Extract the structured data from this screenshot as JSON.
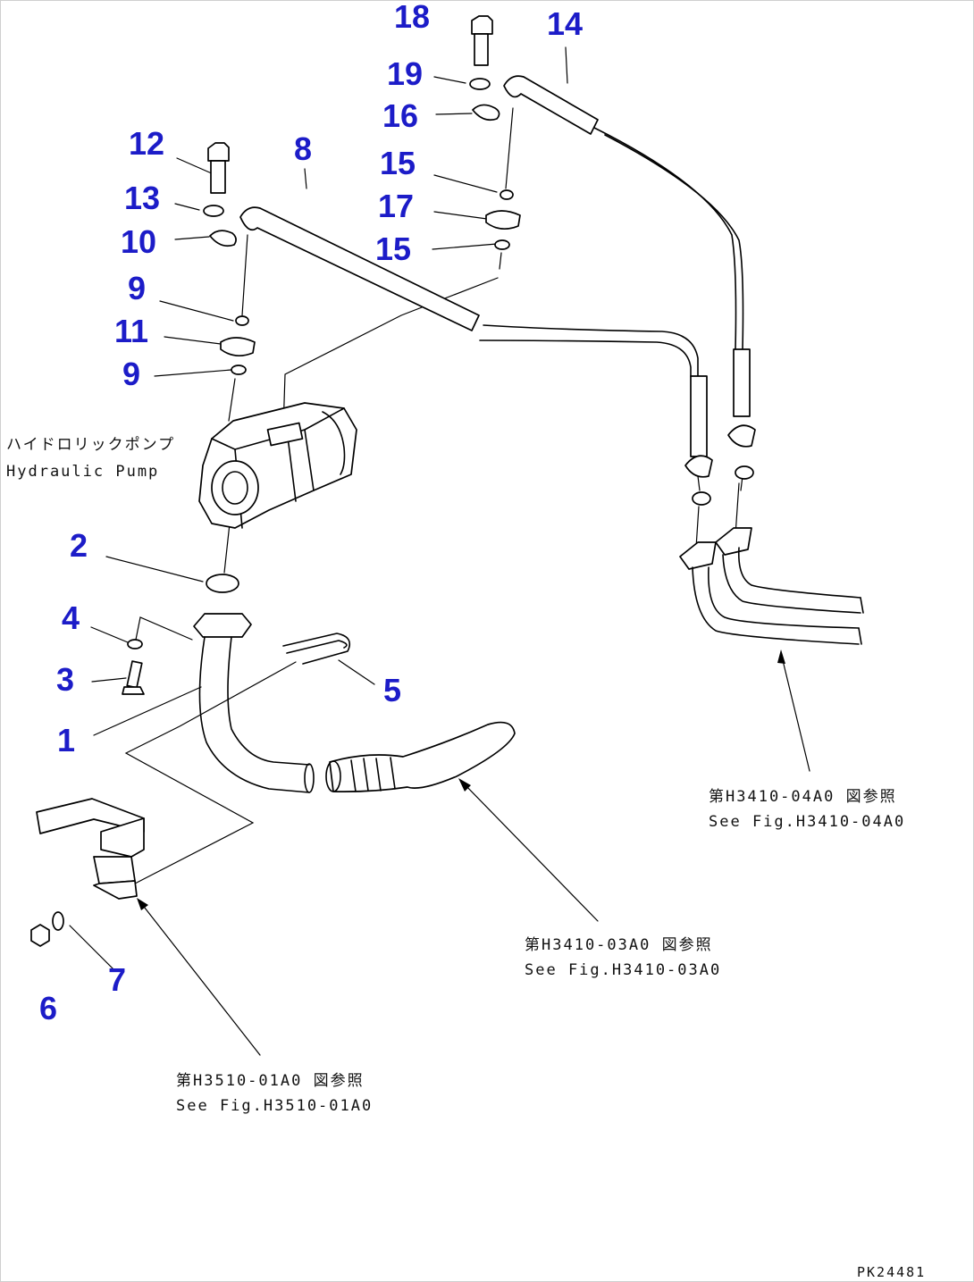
{
  "callouts": [
    "18",
    "14",
    "19",
    "16",
    "12",
    "8",
    "15",
    "13",
    "17",
    "10",
    "15",
    "9",
    "11",
    "9",
    "2",
    "4",
    "3",
    "5",
    "1",
    "7",
    "6"
  ],
  "pump_label": {
    "jp": "ハイドロリックポンプ",
    "en": "Hydraulic Pump"
  },
  "refs": [
    {
      "jp": "第H3410-04A0 図参照",
      "en": "See Fig.H3410-04A0"
    },
    {
      "jp": "第H3410-03A0 図参照",
      "en": "See Fig.H3410-03A0"
    },
    {
      "jp": "第H3510-01A0 図参照",
      "en": "See Fig.H3510-01A0"
    }
  ],
  "drawing_code": "PK24481",
  "colors": {
    "callout": "#1c1cc8",
    "line": "#000000"
  }
}
